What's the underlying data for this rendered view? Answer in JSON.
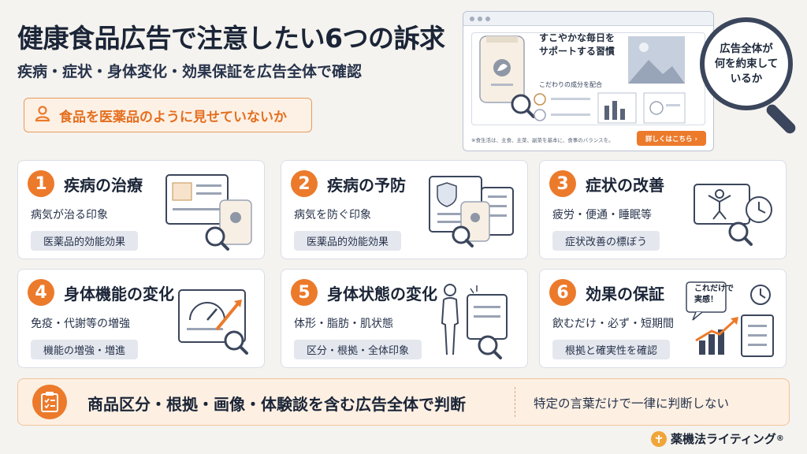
{
  "header": {
    "title": "健康食品広告で注意したい6つの訴求",
    "subtitle": "疾病・症状・身体変化・効果保証を広告全体で確認",
    "question": "食品を医薬品のように見せていないか"
  },
  "mock_ad": {
    "headline_line1": "すこやかな毎日を",
    "headline_line2": "サポートする習慣",
    "ingredient_text": "こだわりの成分を配合",
    "footnote": "※食生活は、主食、主菜、副菜を基本に、食事のバランスを。",
    "cta": "詳しくはこちら ›"
  },
  "lens": {
    "line1": "広告全体が",
    "line2": "何を約束して",
    "line3": "いるか"
  },
  "cards": [
    {
      "num": "1",
      "title": "疾病の治療",
      "desc": "病気が治る印象",
      "tag": "医薬品的効能効果"
    },
    {
      "num": "2",
      "title": "疾病の予防",
      "desc": "病気を防ぐ印象",
      "tag": "医薬品的効能効果"
    },
    {
      "num": "3",
      "title": "症状の改善",
      "desc": "疲労・便通・睡眠等",
      "tag": "症状改善の標ぼう"
    },
    {
      "num": "4",
      "title": "身体機能の変化",
      "desc": "免疫・代謝等の増強",
      "tag": "機能の増強・増進"
    },
    {
      "num": "5",
      "title": "身体状態の変化",
      "desc": "体形・脂肪・肌状態",
      "tag": "区分・根拠・全体印象"
    },
    {
      "num": "6",
      "title": "効果の保証",
      "desc": "飲むだけ・必ず・短期間",
      "tag": "根拠と確実性を確認",
      "bubble_line1": "これだけで",
      "bubble_line2": "実感！"
    }
  ],
  "bottom": {
    "main": "商品区分・根拠・画像・体験談を含む広告全体で判断",
    "sub": "特定の言葉だけで一律に判断しない"
  },
  "brand": {
    "name": "薬機法ライティング",
    "mark": "®"
  },
  "colors": {
    "accent": "#ec7a2b",
    "navy": "#1b2537",
    "background": "#f5f3ef"
  }
}
